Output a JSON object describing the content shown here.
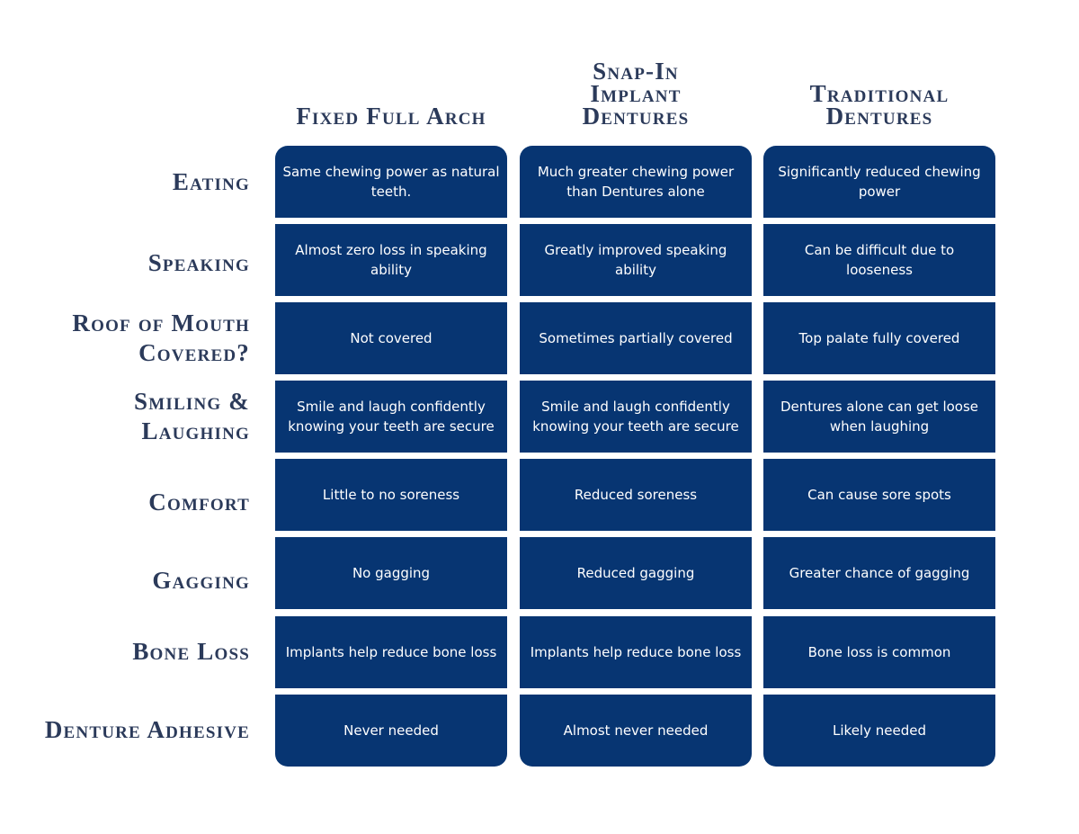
{
  "columns": [
    {
      "title": "Fixed Full Arch"
    },
    {
      "title": "Snap-In\nImplant\nDentures"
    },
    {
      "title": "Traditional\nDentures"
    }
  ],
  "rows": [
    {
      "label": "Eating",
      "cells": [
        "Same chewing power as natural teeth.",
        "Much greater chewing power than Dentures alone",
        "Significantly reduced chewing power"
      ]
    },
    {
      "label": "Speaking",
      "cells": [
        "Almost zero loss in speaking ability",
        "Greatly improved speaking ability",
        "Can be difficult due to looseness"
      ]
    },
    {
      "label": "Roof of Mouth\nCovered?",
      "cells": [
        "Not covered",
        "Sometimes partially covered",
        "Top palate fully covered"
      ]
    },
    {
      "label": "Smiling &\nLaughing",
      "cells": [
        "Smile and laugh confidently knowing your teeth are secure",
        "Smile and laugh confidently knowing your teeth are secure",
        "Dentures alone can get loose when laughing"
      ]
    },
    {
      "label": "Comfort",
      "cells": [
        "Little to no soreness",
        "Reduced soreness",
        "Can cause sore spots"
      ]
    },
    {
      "label": "Gagging",
      "cells": [
        "No gagging",
        "Reduced gagging",
        "Greater chance of gagging"
      ]
    },
    {
      "label": "Bone Loss",
      "cells": [
        "Implants help reduce bone loss",
        "Implants help reduce bone loss",
        "Bone loss is common"
      ]
    },
    {
      "label": "Denture Adhesive",
      "cells": [
        "Never needed",
        "Almost never needed",
        "Likely needed"
      ]
    }
  ],
  "colors": {
    "cell_background": "#073572",
    "cell_text": "#ffffff",
    "heading_text": "#2b3a5a",
    "page_background": "#ffffff"
  }
}
